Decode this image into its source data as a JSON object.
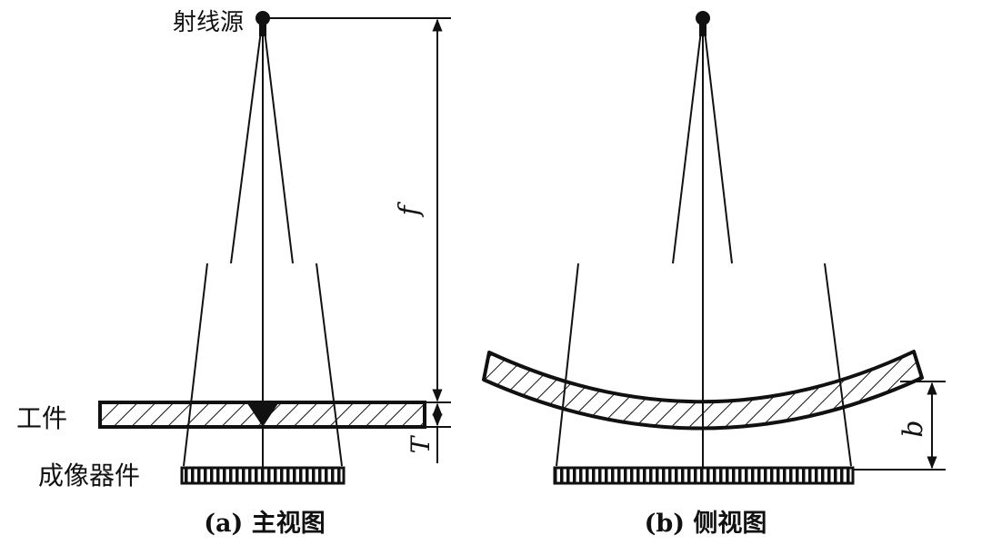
{
  "labels": {
    "source": "射线源",
    "workpiece": "工件",
    "detector": "成像器件",
    "focal_distance": "f",
    "thickness": "T",
    "offset": "b"
  },
  "captions": {
    "front": "(a) 主视图",
    "side": "(b) 侧视图"
  },
  "colors": {
    "ink": "#111111",
    "background": "#ffffff"
  }
}
